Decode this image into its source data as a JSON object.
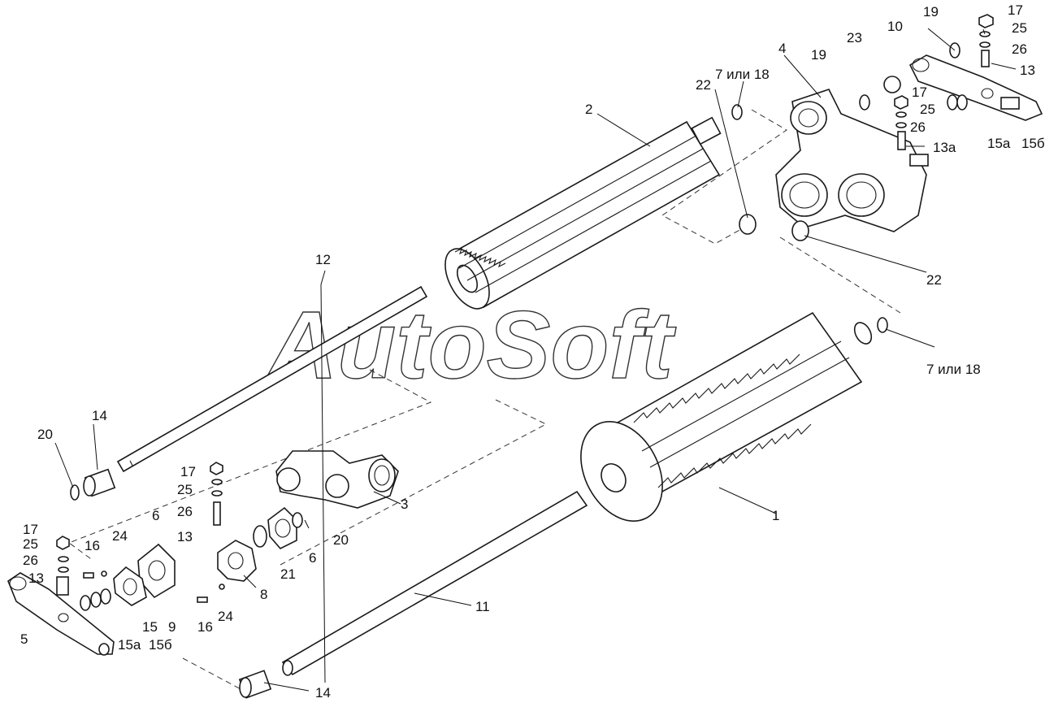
{
  "watermark": "AutoSoft",
  "callouts": {
    "c1": "1",
    "c2": "2",
    "c3": "3",
    "c4": "4",
    "c5": "5",
    "c6a": "6",
    "c6b": "6",
    "c7a": "7 или 18",
    "c7b": "7 или 18",
    "c8": "8",
    "c9": "9",
    "c10": "10",
    "c11": "11",
    "c12": "12",
    "c13a": "13",
    "c13b": "13",
    "c13c": "13",
    "c13d": "13а",
    "c14a": "14",
    "c14b": "14",
    "c15a": "15",
    "c15b": "15а",
    "c15c": "15б",
    "c15d": "15а",
    "c15e": "15б",
    "c16a": "16",
    "c16b": "16",
    "c17a": "17",
    "c17b": "17",
    "c17c": "17",
    "c17d": "17",
    "c19a": "19",
    "c19b": "19",
    "c20a": "20",
    "c20b": "20",
    "c21": "21",
    "c22a": "22",
    "c22b": "22",
    "c23": "23",
    "c24a": "24",
    "c24b": "24",
    "c25a": "25",
    "c25b": "25",
    "c25c": "25",
    "c25d": "25",
    "c26a": "26",
    "c26b": "26",
    "c26c": "26",
    "c26d": "26"
  }
}
